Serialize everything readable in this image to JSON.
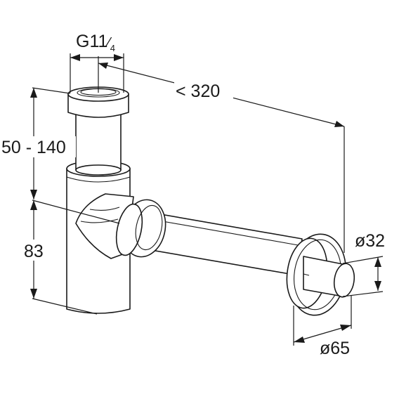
{
  "dimensions": {
    "thread": {
      "prefix": "G1",
      "frac_num": "1",
      "frac_den": "4"
    },
    "length": "< 320",
    "height_range": "50 - 140",
    "height_lower": "83",
    "pipe_diameter": "ø32",
    "flange_diameter": "ø65"
  },
  "colors": {
    "line": "#1a1a1a",
    "background": "#ffffff"
  }
}
